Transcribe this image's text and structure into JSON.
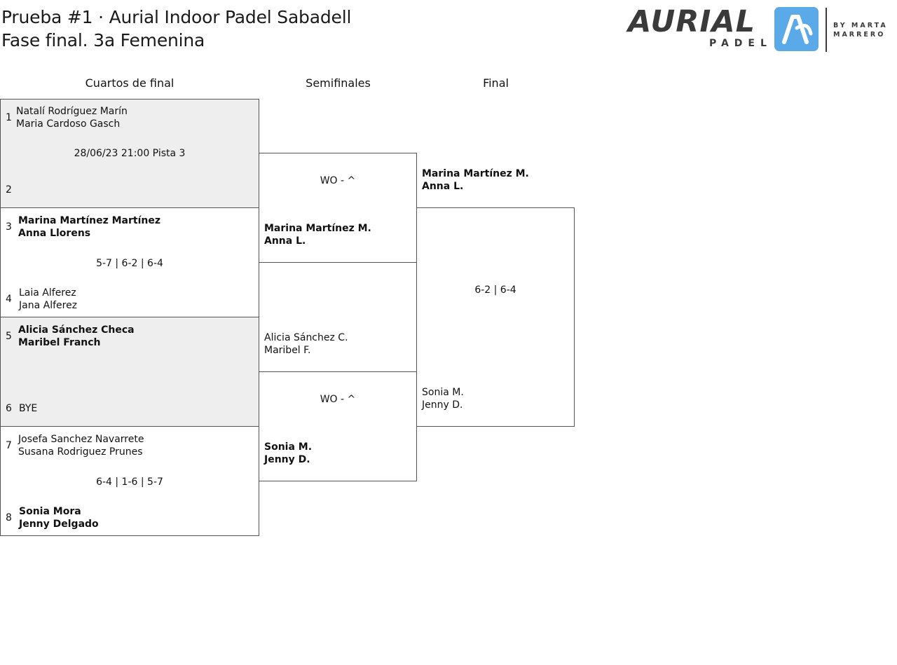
{
  "header": {
    "title_line1": "Prueba #1 · Aurial Indoor Padel Sabadell",
    "title_line2": "Fase final. 3a Femenina"
  },
  "logo": {
    "word": "AURIAL",
    "sub": "PADEL",
    "by_line1": "BY MARTA",
    "by_line2": "MARRERO",
    "brand_color": "#5aa9e8",
    "text_color": "#3a3a3a"
  },
  "rounds": {
    "quarters": "Cuartos de final",
    "semis": "Semifinales",
    "final": "Final"
  },
  "quarterfinals": [
    {
      "seed_a": "1",
      "team_a": [
        "Natalí Rodríguez Marín",
        "Maria Cardoso Gasch"
      ],
      "info": "28/06/23 21:00 Pista 3",
      "seed_b": "2",
      "team_b": [
        "",
        ""
      ]
    },
    {
      "seed_a": "3",
      "team_a": [
        "Marina Martínez Martínez",
        "Anna Llorens"
      ],
      "info": "5-7 | 6-2 | 6-4",
      "seed_b": "4",
      "team_b": [
        "Laia Alferez",
        "Jana Alferez"
      ]
    },
    {
      "seed_a": "5",
      "team_a": [
        "Alicia Sánchez Checa",
        "Maribel Franch"
      ],
      "info": "",
      "seed_b": "6",
      "team_b": [
        "BYE",
        ""
      ]
    },
    {
      "seed_a": "7",
      "team_a": [
        "Josefa Sanchez Navarrete",
        "Susana Rodriguez Prunes"
      ],
      "info": "6-4 | 1-6 | 5-7",
      "seed_b": "8",
      "team_b": [
        "Sonia Mora",
        "Jenny Delgado"
      ]
    }
  ],
  "semifinals": [
    {
      "info": "WO - ^",
      "team_b": [
        "Marina Martínez M.",
        "Anna L."
      ]
    },
    {
      "team_a": [
        "Alicia Sánchez C.",
        "Maribel F."
      ],
      "info": "WO - ^",
      "team_b": [
        "Sonia M.",
        "Jenny D."
      ]
    }
  ],
  "final": {
    "team_a": [
      "Marina Martínez M.",
      "Anna L."
    ],
    "info": "6-2 | 6-4",
    "team_b": [
      "Sonia M.",
      "Jenny D."
    ]
  },
  "colors": {
    "gray_box": "#eeeeee",
    "border": "#555555"
  }
}
